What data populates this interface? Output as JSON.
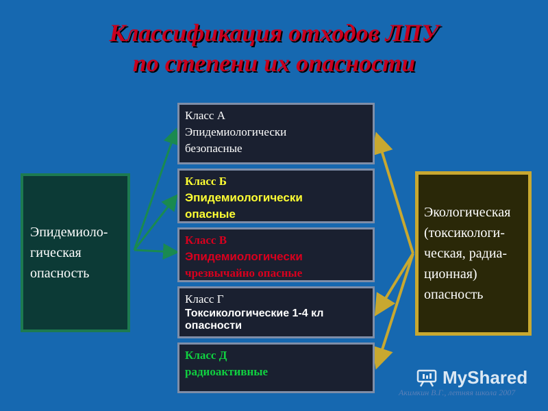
{
  "title": {
    "line1": "Классификация отходов ЛПУ",
    "line2": "по степени их опасности"
  },
  "classes": [
    {
      "label": "Класс А",
      "line1": "Эпидемиологически",
      "line2": "безопасные",
      "color": "#ffffff"
    },
    {
      "label": "Класс Б",
      "line1": "Эпидемиологически",
      "line2": "опасные",
      "color": "#ffff33"
    },
    {
      "label": "Класс В",
      "line1": "Эпидемиологически",
      "line2": "чрезвычайно опасные",
      "color": "#d8001e"
    },
    {
      "label": "Класс Г",
      "line1": "Токсикологические 1-4 кл",
      "line2": "опасности",
      "color": "#ffffff"
    },
    {
      "label": "Класс Д",
      "line1": "радиоактивные",
      "line2": "",
      "color": "#10d040"
    }
  ],
  "left_box": {
    "text": "Эпидемиоло-\nгическая\nопасность"
  },
  "right_box": {
    "text": "Экологическая\n(токсикологи-\nческая, радиа-\nционная)\nопасность"
  },
  "watermark": {
    "brand": "MyShared"
  },
  "credit": "Акимкин В.Г., летняя школа 2007",
  "colors": {
    "background": "#1668b0",
    "title": "#c8001e",
    "left_arrows": "#1a8a50",
    "right_arrows": "#c8a830"
  }
}
